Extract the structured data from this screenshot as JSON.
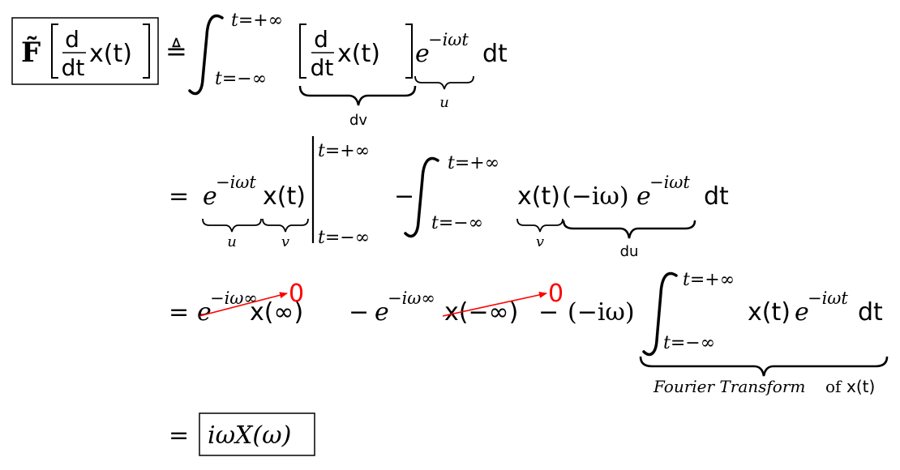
{
  "lhs": {
    "operator": "F̃",
    "d_num": "d",
    "d_den": "dt",
    "func": "x(t)",
    "defeq": "≜"
  },
  "limits": {
    "upper": "t=+∞",
    "lower": "t=−∞"
  },
  "line1": {
    "exp": "e",
    "exp_power": "−iωt",
    "dt": "dt",
    "brace_dv": "dv",
    "brace_u": "u"
  },
  "line2": {
    "equals": "=",
    "exp": "e",
    "exp_power": "−iωt",
    "func": "x(t)",
    "minus": "−",
    "integrand_x": "x(t)",
    "factor": "(−iω)",
    "exp2": "e",
    "exp2_power": "−iωt",
    "dt": "dt",
    "brace_u": "u",
    "brace_v": "v",
    "brace_v2": "v",
    "brace_du": "du"
  },
  "line3": {
    "equals": "=",
    "exp_a": "e",
    "exp_a_power": "−iω∞",
    "xa": "x(∞)",
    "minus1": "−",
    "exp_b": "e",
    "exp_b_power": "−iω∞",
    "xb": "x(−∞)",
    "minus2": "−",
    "factor": "(−iω)",
    "integrand": "x(t)",
    "exp": "e",
    "exp_power": "−iωt",
    "dt": "dt",
    "zero_a": "0",
    "zero_b": "0",
    "brace_label_italic": "Fourier Transform",
    "brace_label_of": "of",
    "brace_label_x": "x(t)"
  },
  "line4": {
    "equals": "=",
    "result": "iωX(ω)"
  },
  "colors": {
    "ink": "#000000",
    "annotation": "#ff0000"
  }
}
